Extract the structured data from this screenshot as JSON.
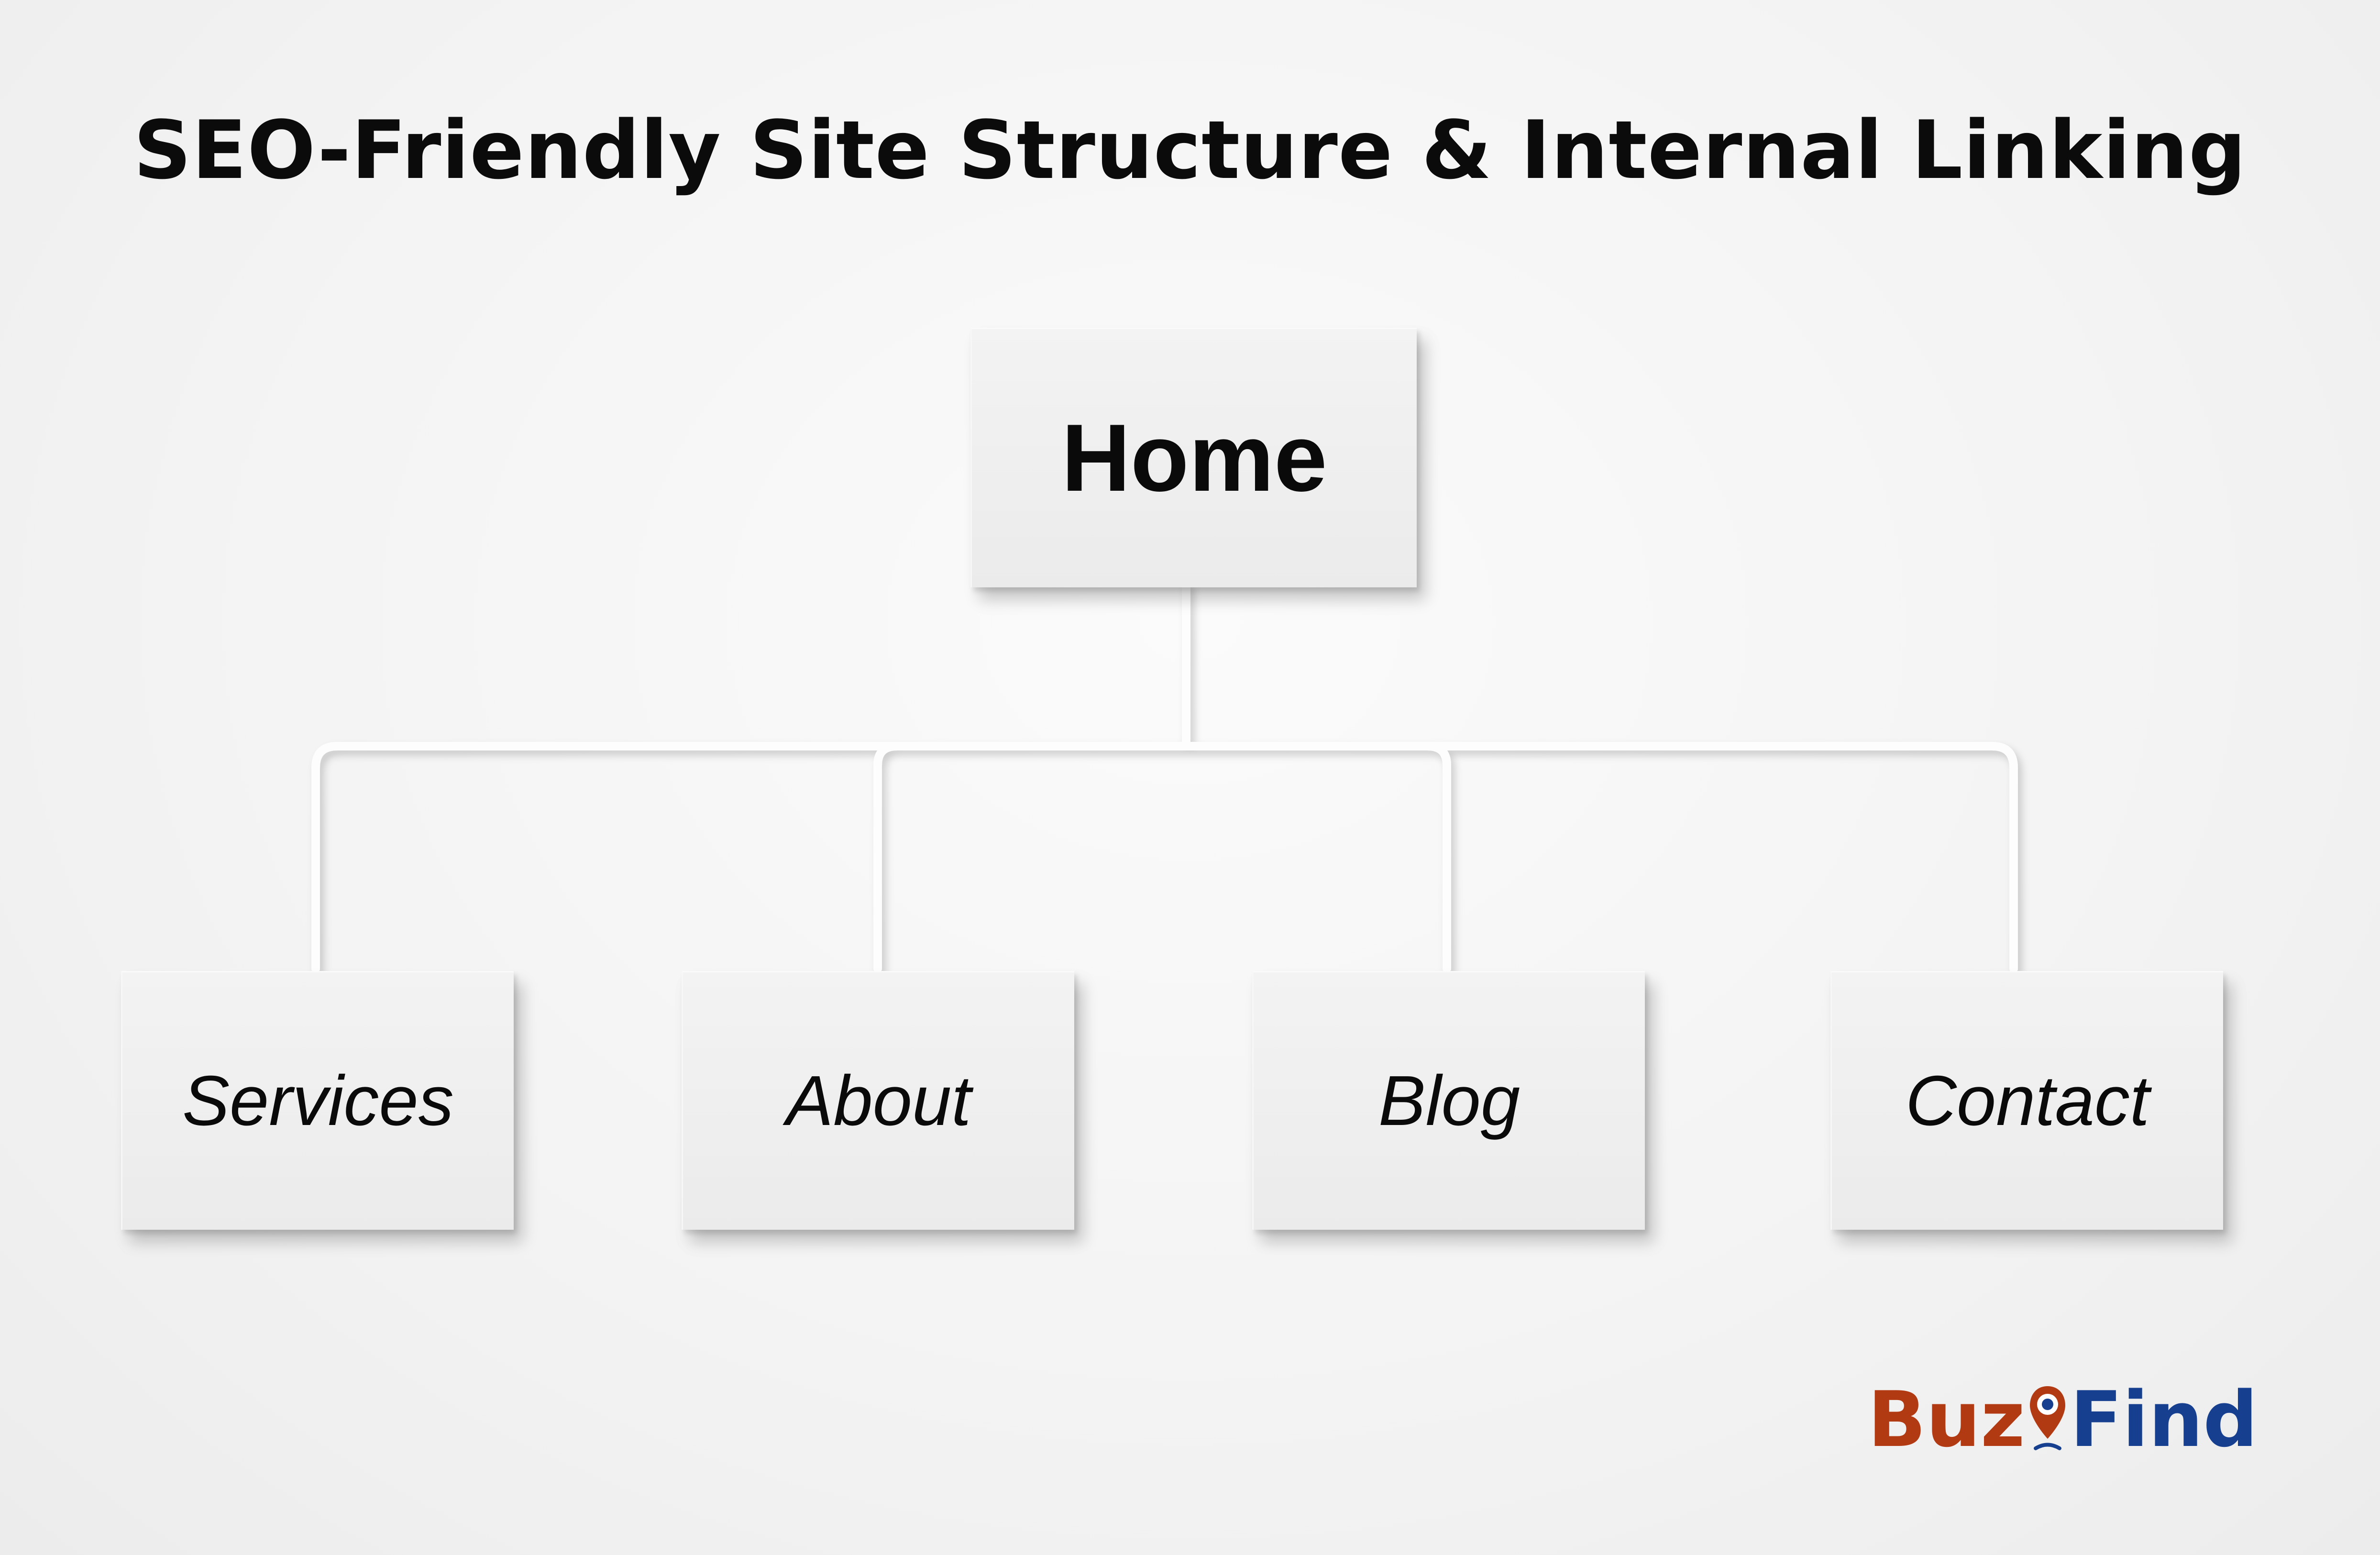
{
  "title": "SEO-Friendly Site Structure & Internal Linking",
  "nodes": {
    "root": {
      "label": "Home"
    },
    "children": [
      {
        "label": "Services"
      },
      {
        "label": "About"
      },
      {
        "label": "Blog"
      },
      {
        "label": "Contact"
      }
    ]
  },
  "edges": [
    {
      "from": "Home",
      "to": "Services"
    },
    {
      "from": "Home",
      "to": "About"
    },
    {
      "from": "Home",
      "to": "Blog"
    },
    {
      "from": "Home",
      "to": "Contact"
    }
  ],
  "logo": {
    "part1": "Buz",
    "part2": "Find",
    "icon": "map-pin-icon",
    "colors": {
      "buz": "#b23a12",
      "find": "#163f8f"
    }
  }
}
